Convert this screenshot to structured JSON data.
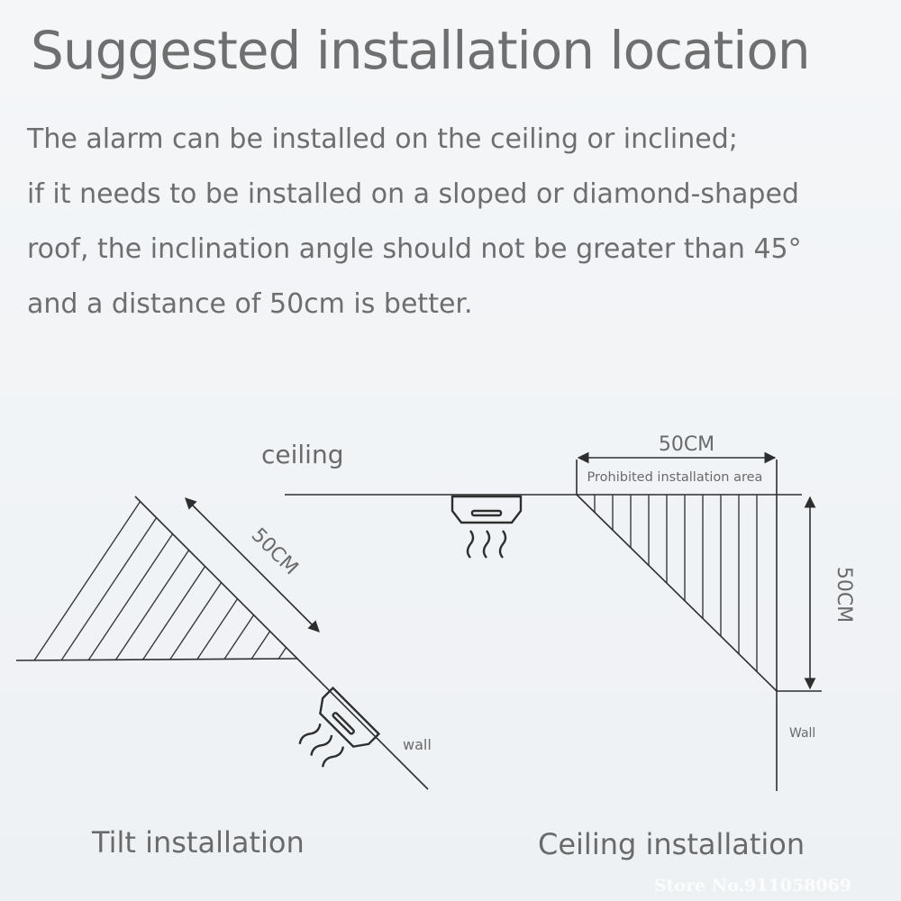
{
  "header": {
    "title": "Suggested installation location"
  },
  "description": {
    "lines": [
      "The alarm can be installed on the ceiling or inclined;",
      " if it needs to be installed on a sloped or diamond-shaped",
      "roof, the inclination angle should not be greater than 45°",
      "and a distance of 50cm is better."
    ]
  },
  "tilt_diagram": {
    "dimension_label": "50CM",
    "wall_label": "wall",
    "caption": "Tilt installation"
  },
  "ceiling_diagram": {
    "ceiling_label": "ceiling",
    "top_dimension_label": "50CM",
    "prohibited_label": "Prohibited installation area",
    "side_dimension_label": "50CM",
    "wall_label": "Wall",
    "caption": "Ceiling installation"
  },
  "watermark": "Store No.911058069",
  "colors": {
    "line": "#3a3a3a",
    "text": "#6a6a6a"
  }
}
